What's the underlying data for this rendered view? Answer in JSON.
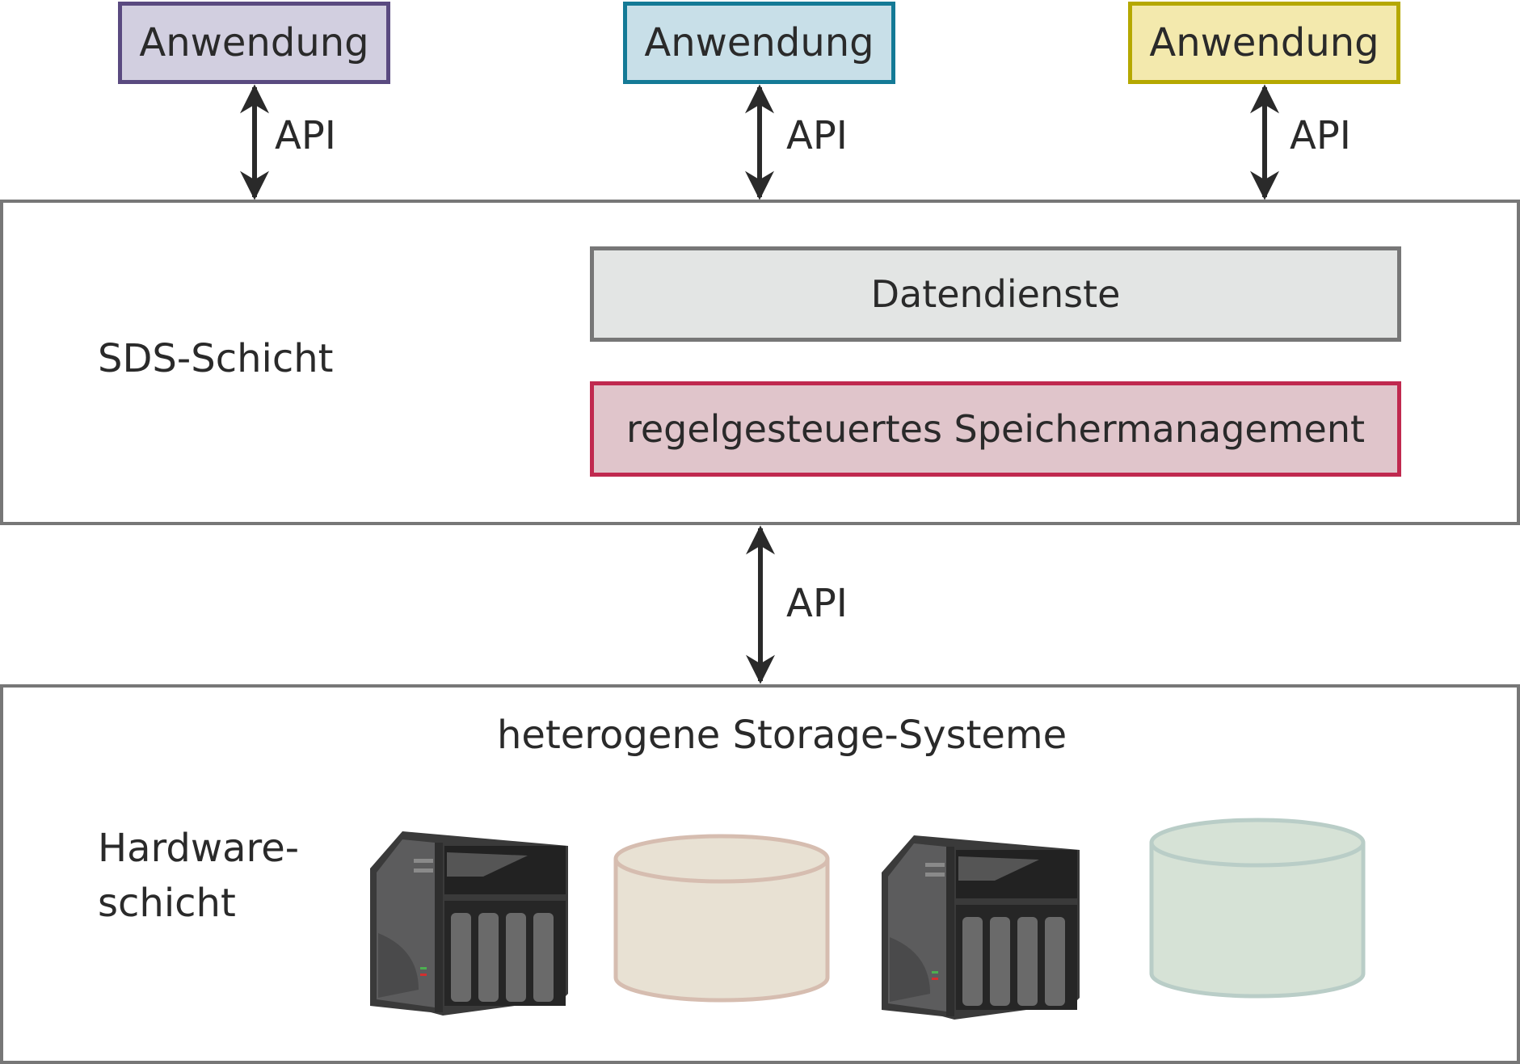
{
  "applications": [
    {
      "label": "Anwendung",
      "fill": "#d2cfe0",
      "border": "#5a4a80"
    },
    {
      "label": "Anwendung",
      "fill": "#c8dfe8",
      "border": "#147a96"
    },
    {
      "label": "Anwendung",
      "fill": "#f3e9ad",
      "border": "#b5a800"
    }
  ],
  "api_labels": [
    "API",
    "API",
    "API",
    "API"
  ],
  "sds_layer": {
    "title": "SDS-Schicht",
    "services": [
      {
        "label": "Datendienste",
        "fill": "#e3e5e4",
        "border": "#777777"
      },
      {
        "label": "regelgesteuertes Speichermanagement",
        "fill": "#e0c5cb",
        "border": "#c0294f"
      }
    ]
  },
  "hardware_layer": {
    "title_line1": "Hardware-",
    "title_line2": "schicht",
    "heading": "heterogene Storage-Systeme",
    "devices": [
      {
        "type": "nas-server"
      },
      {
        "type": "storage-cylinder",
        "fill": "#e8e1d3",
        "border": "#d6bdb0"
      },
      {
        "type": "nas-server"
      },
      {
        "type": "storage-cylinder",
        "fill": "#d6e2d6",
        "border": "#b9cdc7"
      }
    ]
  }
}
